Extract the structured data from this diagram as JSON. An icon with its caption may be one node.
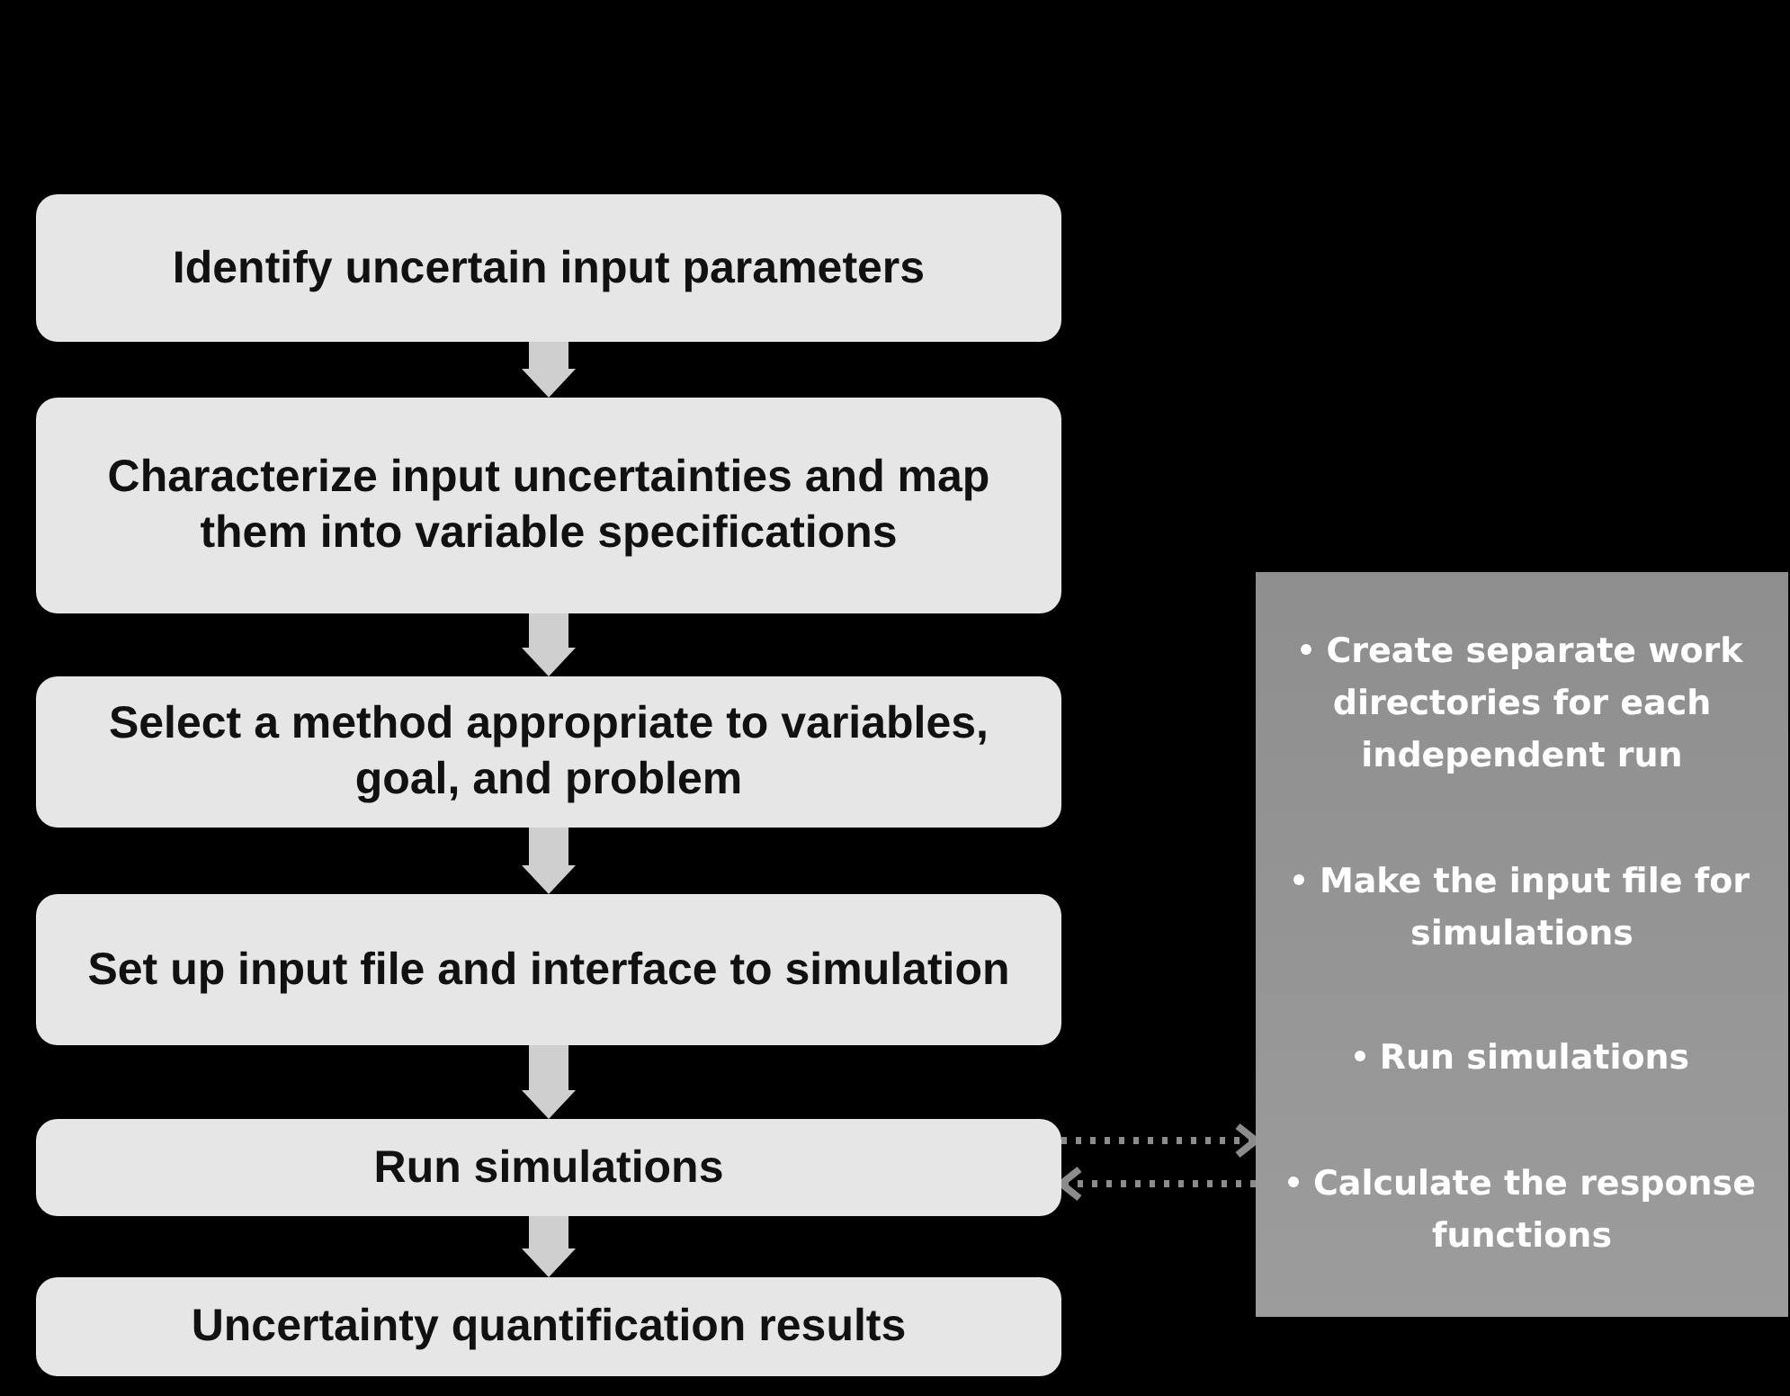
{
  "diagram": {
    "nodes": [
      {
        "text": [
          "Identify uncertain input parameters"
        ]
      },
      {
        "text": [
          "Characterize input uncertainties and map them into variable specifications"
        ]
      },
      {
        "text": [
          "Select a method appropriate to variables, goal, and problem"
        ]
      },
      {
        "text": [
          "Set up input file and interface to simulation"
        ]
      },
      {
        "text": [
          "Run simulations"
        ]
      },
      {
        "text": [
          "Uncertainty quantification results"
        ]
      },
      {
        "text": [
          "Create separate work directories for each independent run",
          "Make the input file for simulations",
          "Run simulations",
          "Calculate the response functions"
        ]
      }
    ],
    "edges": [
      {
        "from": 0,
        "to": 1,
        "arrow": "to"
      },
      {
        "from": 1,
        "to": 2,
        "arrow": "to"
      },
      {
        "from": 2,
        "to": 3,
        "arrow": "to"
      },
      {
        "from": 3,
        "to": 4,
        "arrow": "to"
      },
      {
        "from": 4,
        "to": 5,
        "arrow": "to"
      },
      {
        "from": 4,
        "to": 6,
        "arrow": "to",
        "style": "dashed",
        "color": "#8c8c8c"
      },
      {
        "from": 6,
        "to": 4,
        "arrow": "to",
        "style": "dashed",
        "color": "#8c8c8c"
      }
    ]
  }
}
